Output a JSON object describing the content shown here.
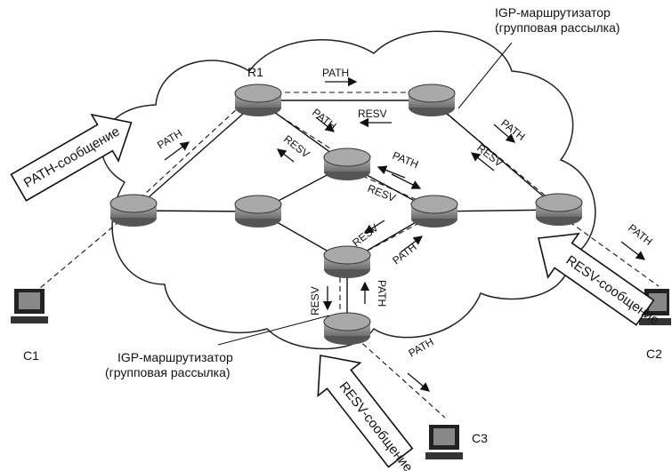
{
  "routers": {
    "r1_label": "R1"
  },
  "hosts": {
    "c1": "C1",
    "c2": "C2",
    "c3": "C3"
  },
  "callouts": {
    "top_right": {
      "line1": "IGP-маршрутизатор",
      "line2": "(групповая рассылка)"
    },
    "bottom_left": {
      "line1": "IGP-маршрутизатор",
      "line2": "(групповая рассылка)"
    }
  },
  "big_arrows": {
    "path_message": "PATH-сообщение",
    "resv_message_c2": "RESV-сообщение",
    "resv_message_c3": "RESV-сообщение"
  },
  "messages": {
    "path": "PATH",
    "resv": "RESV"
  },
  "colors": {
    "ink": "#111111",
    "router_fill": "#8a8a8a",
    "cloud_stroke": "#222222"
  }
}
